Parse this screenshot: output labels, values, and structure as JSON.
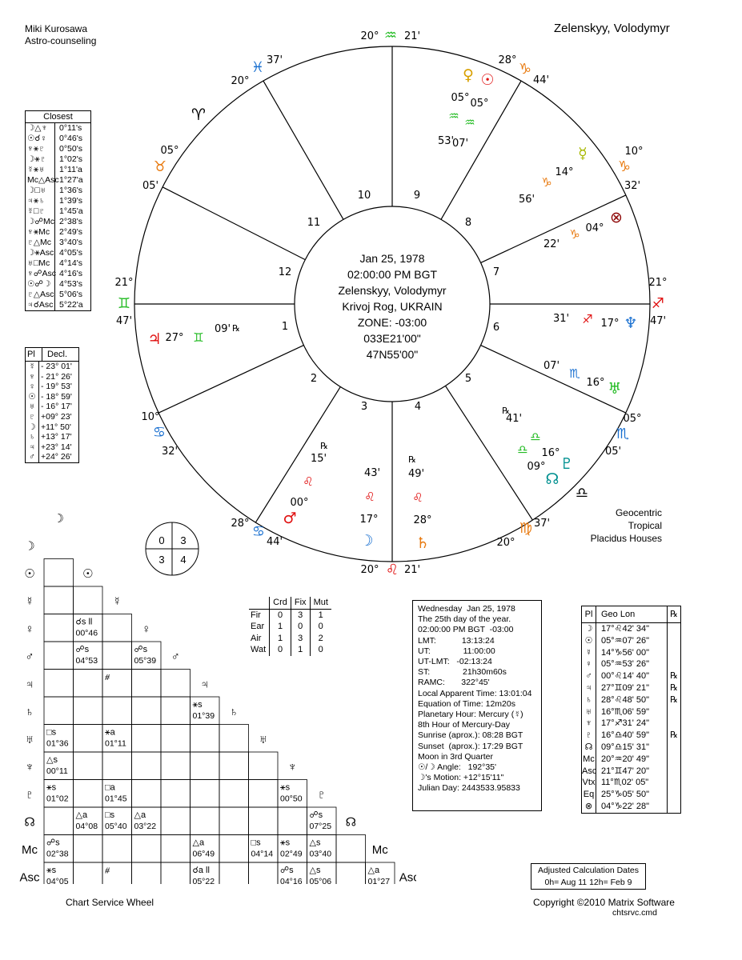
{
  "header": {
    "astrologer": "Miki Kurosawa",
    "service": "Astro-counseling",
    "chart_name": "Zelenskyy, Volodymyr"
  },
  "center": {
    "lines": [
      "Jan 25, 1978",
      "02:00:00 PM BGT",
      "Zelenskyy, Volodymyr",
      "Krivoj Rog, UKRAIN",
      "ZONE: -03:00",
      "033E21'00\"",
      "47N55'00\""
    ]
  },
  "houses": [
    "1",
    "2",
    "3",
    "4",
    "5",
    "6",
    "7",
    "8",
    "9",
    "10",
    "11",
    "12"
  ],
  "cusps": {
    "mc": {
      "deg": "20°",
      "min": "21'",
      "sign": "♒"
    },
    "ic": {
      "deg": "20°",
      "min": "21'",
      "sign": "♌"
    },
    "asc": {
      "deg": "21°",
      "min": "47'",
      "sign": "♊"
    },
    "dsc": {
      "deg": "21°",
      "min": "47'",
      "sign": "♐"
    },
    "h11": {
      "deg": "28°",
      "min": "44'",
      "sign": "♑"
    },
    "h12": {
      "deg": "10°",
      "min": "32'",
      "sign": "♑"
    },
    "h2": {
      "deg": "10°",
      "min": "32'",
      "sign": "♋"
    },
    "h3": {
      "deg": "28°",
      "min": "44'",
      "sign": "♋"
    },
    "h5": {
      "deg": "20°",
      "min": "37'",
      "sign": "♍"
    },
    "h6": {
      "deg": "05°",
      "min": "05'",
      "sign": "♏"
    },
    "h8": {
      "deg": "05°",
      "min": "05'",
      "sign": "♉"
    },
    "h9": {
      "deg": "20°",
      "min": "37'",
      "sign": "♓"
    },
    "aries_label": "♈",
    "libra_label": "♎"
  },
  "chart_footer": {
    "system1": "Geocentric",
    "system2": "Tropical",
    "system3": "Placidus Houses",
    "left": "Chart Service Wheel",
    "copyright": "Copyright ©2010 Matrix Software",
    "file": "chtsrvc.cmd"
  },
  "closest": {
    "title": "Closest",
    "rows": [
      [
        "☽△♆",
        "0°11's"
      ],
      [
        "☉☌♀",
        "0°46's"
      ],
      [
        "♆⚹♇",
        "0°50's"
      ],
      [
        "☽⚹♇",
        "1°02's"
      ],
      [
        "☿⚹♅",
        "1°11'a"
      ],
      [
        "Mc△Asc",
        "1°27'a"
      ],
      [
        "☽□♅",
        "1°36's"
      ],
      [
        "♃⚹♄",
        "1°39's"
      ],
      [
        "☿□♇",
        "1°45'a"
      ],
      [
        "☽☍Mc",
        "2°38's"
      ],
      [
        "♆⚹Mc",
        "2°49's"
      ],
      [
        "♇△Mc",
        "3°40's"
      ],
      [
        "☽⚹Asc",
        "4°05's"
      ],
      [
        "♅□Mc",
        "4°14's"
      ],
      [
        "♆☍Asc",
        "4°16's"
      ],
      [
        "☉☍☽",
        "4°53's"
      ],
      [
        "♇△Asc",
        "5°06's"
      ],
      [
        "♃☌Asc",
        "5°22'a"
      ]
    ]
  },
  "declinations": {
    "col1": "Pl",
    "col2": "Decl.",
    "rows": [
      [
        "☿",
        "- 23° 01'"
      ],
      [
        "♆",
        "- 21° 26'"
      ],
      [
        "♀",
        "- 19° 53'"
      ],
      [
        "☉",
        "- 18° 59'"
      ],
      [
        "♅",
        "- 16° 17'"
      ],
      [
        "♇",
        "+09° 23'"
      ],
      [
        "☽",
        "+11° 50'"
      ],
      [
        "♄",
        "+13° 17'"
      ],
      [
        "♃",
        "+23° 14'"
      ],
      [
        "♂",
        "+24° 26'"
      ]
    ]
  },
  "quadrants": [
    "0",
    "3",
    "3",
    "4"
  ],
  "elements": {
    "cols": [
      "Crd",
      "Fix",
      "Mut"
    ],
    "rows": [
      [
        "Fir",
        "0",
        "3",
        "1"
      ],
      [
        "Ear",
        "1",
        "0",
        "0"
      ],
      [
        "Air",
        "1",
        "3",
        "2"
      ],
      [
        "Wat",
        "0",
        "1",
        "0"
      ]
    ]
  },
  "aspect_grid": {
    "planets": [
      "☽",
      "☉",
      "☿",
      "♀",
      "♂",
      "♃",
      "♄",
      "♅",
      "♆",
      "♇",
      "☊",
      "Mc",
      "Asc"
    ],
    "cells": [
      {
        "r": 3,
        "c": 1,
        "t": "☌s ll",
        "v": "00°46"
      },
      {
        "r": 4,
        "c": 1,
        "t": "☍s",
        "v": "04°53"
      },
      {
        "r": 4,
        "c": 3,
        "t": "☍s",
        "v": "05°39"
      },
      {
        "r": 5,
        "c": 2,
        "t": "⧣",
        "v": ""
      },
      {
        "r": 6,
        "c": 5,
        "t": "⚹s",
        "v": "01°39"
      },
      {
        "r": 7,
        "c": 0,
        "t": "□s",
        "v": "01°36"
      },
      {
        "r": 7,
        "c": 2,
        "t": "⚹a",
        "v": "01°11"
      },
      {
        "r": 8,
        "c": 0,
        "t": "△s",
        "v": "00°11"
      },
      {
        "r": 9,
        "c": 0,
        "t": "⚹s",
        "v": "01°02"
      },
      {
        "r": 9,
        "c": 2,
        "t": "□a",
        "v": "01°45"
      },
      {
        "r": 9,
        "c": 8,
        "t": "⚹s",
        "v": "00°50"
      },
      {
        "r": 10,
        "c": 1,
        "t": "△a",
        "v": "04°08"
      },
      {
        "r": 10,
        "c": 2,
        "t": "□s",
        "v": "05°40"
      },
      {
        "r": 10,
        "c": 3,
        "t": "△a",
        "v": "03°22"
      },
      {
        "r": 10,
        "c": 9,
        "t": "☍s",
        "v": "07°25"
      },
      {
        "r": 11,
        "c": 0,
        "t": "☍s",
        "v": "02°38"
      },
      {
        "r": 11,
        "c": 5,
        "t": "△a",
        "v": "06°49"
      },
      {
        "r": 11,
        "c": 7,
        "t": "□s",
        "v": "04°14"
      },
      {
        "r": 11,
        "c": 8,
        "t": "⚹s",
        "v": "02°49"
      },
      {
        "r": 11,
        "c": 9,
        "t": "△s",
        "v": "03°40"
      },
      {
        "r": 12,
        "c": 0,
        "t": "⚹s",
        "v": "04°05"
      },
      {
        "r": 12,
        "c": 2,
        "t": "⧣",
        "v": ""
      },
      {
        "r": 12,
        "c": 5,
        "t": "☌a ll",
        "v": "05°22"
      },
      {
        "r": 12,
        "c": 8,
        "t": "☍s",
        "v": "04°16"
      },
      {
        "r": 12,
        "c": 9,
        "t": "△s",
        "v": "05°06"
      },
      {
        "r": 12,
        "c": 11,
        "t": "△a",
        "v": "01°27"
      }
    ]
  },
  "info": {
    "lines": [
      "Wednesday  Jan 25, 1978",
      "The 25th day of the year.",
      "02:00:00 PM BGT  -03:00",
      "LMT:           13:13:24",
      "UT:              11:00:00",
      "UT-LMT:   -02:13:24",
      "ST:              21h30m60s",
      "RAMC:       322°45'",
      "Local Apparent Time: 13:01:04",
      "Equation of Time: 12m20s",
      "Planetary Hour: Mercury (☿)",
      "8th Hour of Mercury-Day",
      "Sunrise (aprox.): 08:28 BGT",
      "Sunset  (aprox.): 17:29 BGT",
      "Moon in 3rd Quarter",
      "☉/☽ Angle:   192°35'",
      "☽'s Motion: +12°15'11\"",
      "Julian Day: 2443533.95833"
    ]
  },
  "geo_lon": {
    "col1": "Pl",
    "col2": "Geo Lon",
    "col3": "℞",
    "rows": [
      [
        "☽",
        "17°♌42' 34\"",
        ""
      ],
      [
        "☉",
        "05°♒07' 26\"",
        ""
      ],
      [
        "☿",
        "14°♑56' 00\"",
        ""
      ],
      [
        "♀",
        "05°♒53' 26\"",
        ""
      ],
      [
        "♂",
        "00°♌14' 40\"",
        "℞"
      ],
      [
        "♃",
        "27°♊09' 21\"",
        "℞"
      ],
      [
        "♄",
        "28°♌48' 50\"",
        "℞"
      ],
      [
        "♅",
        "16°♏06' 59\"",
        ""
      ],
      [
        "♆",
        "17°♐31' 24\"",
        ""
      ],
      [
        "♇",
        "16°♎40' 59\"",
        "℞"
      ],
      [
        "☊",
        "09°♎15' 31\"",
        ""
      ],
      [
        "Mc",
        "20°♒20' 49\"",
        ""
      ],
      [
        "Asc",
        "21°♊47' 20\"",
        ""
      ],
      [
        "Vtx",
        "11°♏02' 05\"",
        ""
      ],
      [
        "Eq",
        "25°♑05' 50\"",
        ""
      ],
      [
        "⊗",
        "04°♑22' 28\"",
        ""
      ]
    ]
  },
  "adjusted": {
    "title": "Adjusted Calculation Dates",
    "line": "0h= Aug 11   12h= Feb  9"
  },
  "wheel_planets": [
    {
      "id": "jupiter",
      "glyph": "♃",
      "deg": "27°",
      "sign": "♊",
      "min": "09'",
      "retro": "℞"
    },
    {
      "id": "neptune",
      "glyph": "♆",
      "deg": "17°",
      "sign": "♐",
      "min": "31'",
      "retro": ""
    },
    {
      "id": "uranus",
      "glyph": "♅",
      "deg": "16°",
      "sign": "♏",
      "min": "07'",
      "retro": ""
    },
    {
      "id": "pluto",
      "glyph": "♇",
      "deg": "16°",
      "sign": "♎",
      "min": "41'",
      "retro": "℞"
    },
    {
      "id": "node",
      "glyph": "☊",
      "deg": "09°",
      "sign": "♎",
      "min": "",
      "retro": ""
    },
    {
      "id": "saturn",
      "glyph": "♄",
      "deg": "28°",
      "sign": "♌",
      "min": "49'",
      "retro": "℞"
    },
    {
      "id": "moon",
      "glyph": "☽",
      "deg": "17°",
      "sign": "♌",
      "min": "43'",
      "retro": ""
    },
    {
      "id": "mars",
      "glyph": "♂",
      "deg": "00°",
      "sign": "♌",
      "min": "15'",
      "retro": "℞"
    },
    {
      "id": "pof",
      "glyph": "⊗",
      "deg": "04°",
      "sign": "♑",
      "min": "22'",
      "retro": ""
    },
    {
      "id": "mercury",
      "glyph": "☿",
      "deg": "14°",
      "sign": "♑",
      "min": "56'",
      "retro": ""
    },
    {
      "id": "sun",
      "glyph": "☉",
      "deg": "05°",
      "sign": "♒",
      "min": "07'",
      "retro": ""
    },
    {
      "id": "venus",
      "glyph": "♀",
      "deg": "05°",
      "sign": "♒",
      "min": "53'",
      "retro": ""
    }
  ],
  "colors": {
    "fire": "#e01010",
    "earth": "#e87a10",
    "air": "#22bb22",
    "water": "#1a70d0",
    "pluto_teal": "#009090",
    "pof": "#8b0000",
    "neptune": "#1a70d0",
    "venus": "#d8a000",
    "mercury": "#a8b800",
    "uranus": "#22bb22"
  }
}
